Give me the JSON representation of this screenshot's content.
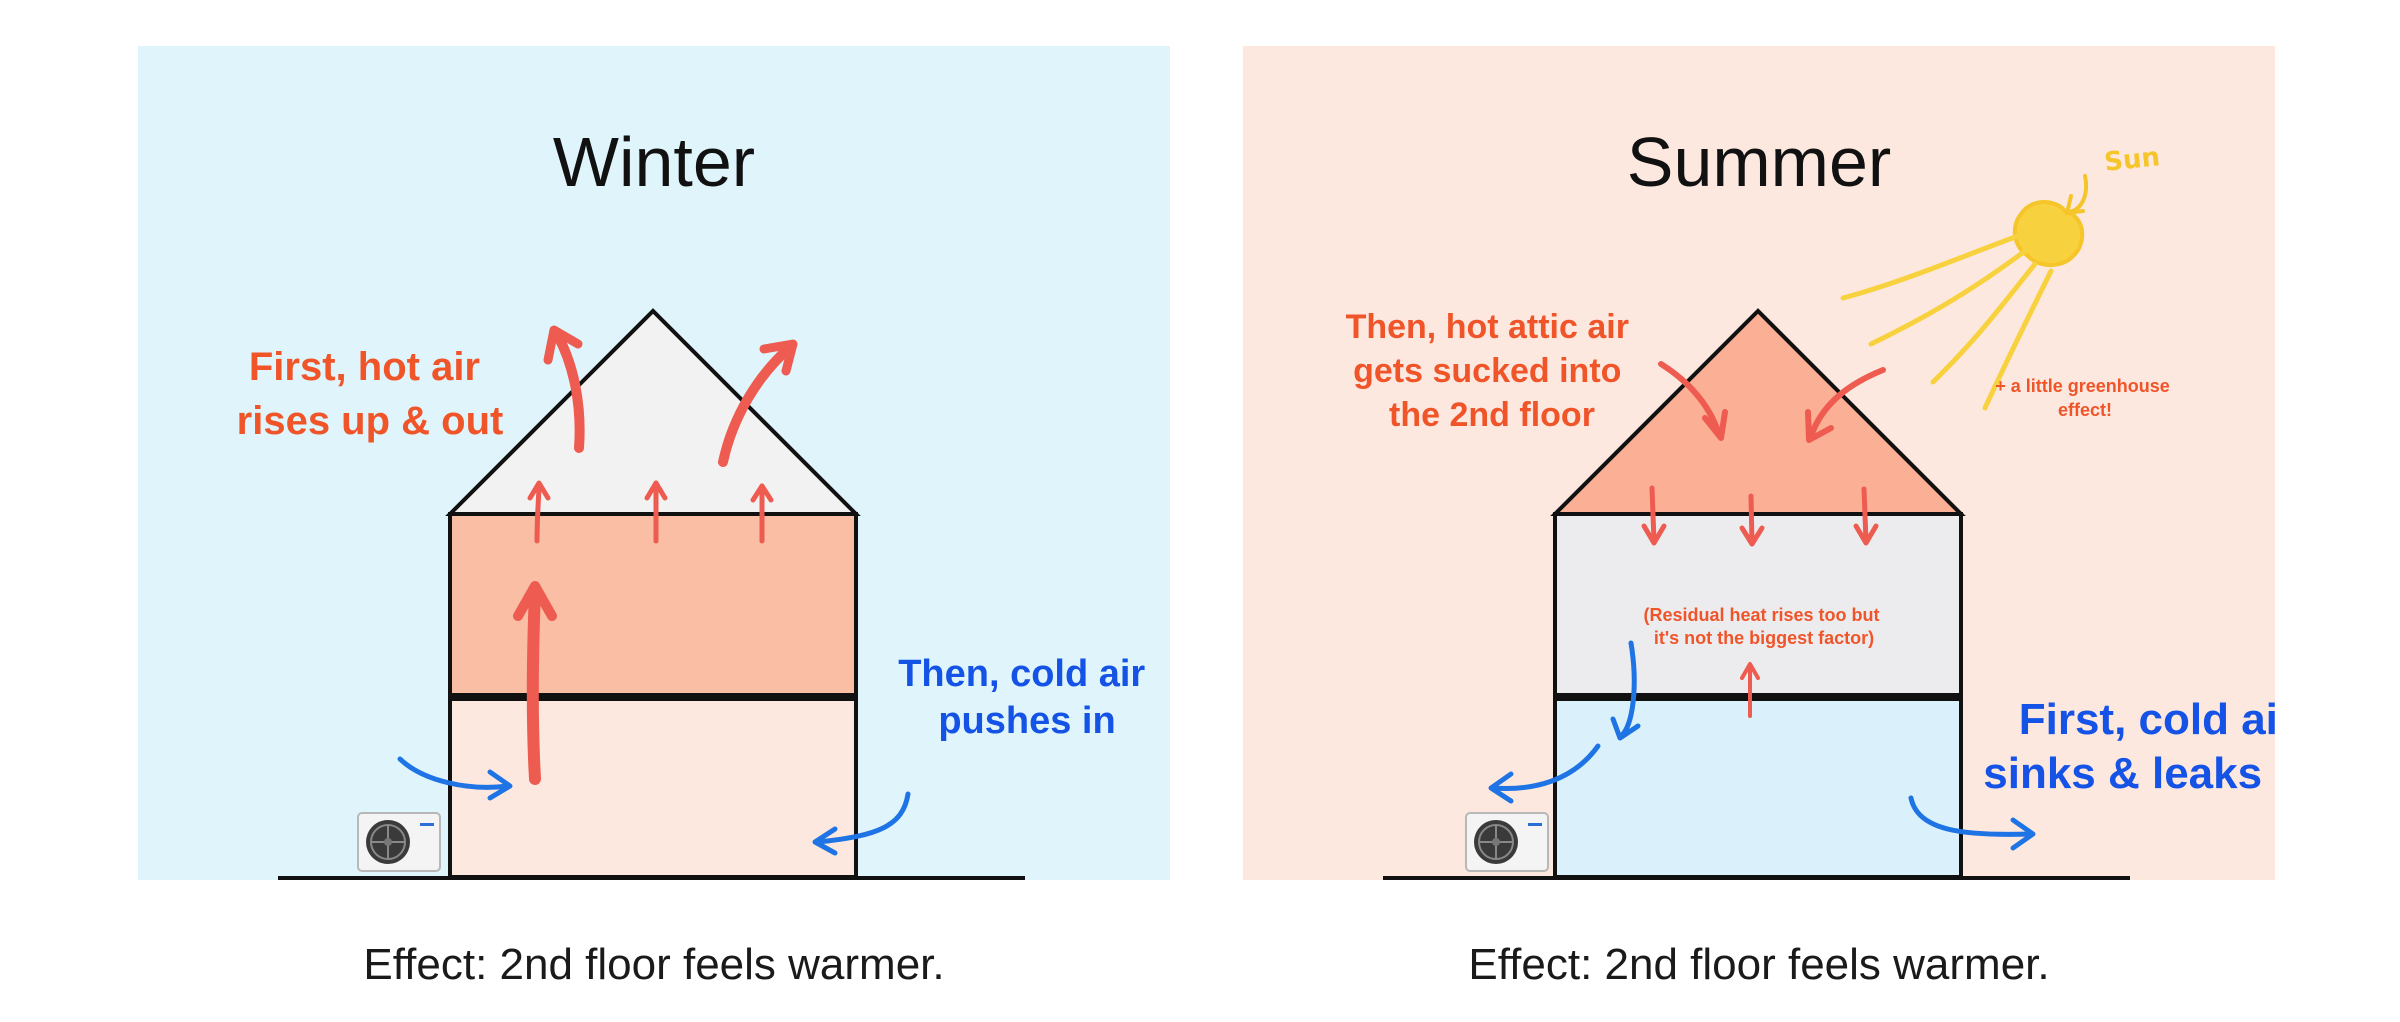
{
  "winter": {
    "title": "Winter",
    "hot_label_lines": [
      "First, hot air",
      "rises up & out"
    ],
    "cold_label_lines": [
      "Then, cold air",
      "pushes in"
    ],
    "effect": "Effect: 2nd floor feels warmer.",
    "colors": {
      "background": "#dff5fb",
      "attic": "#f2f2f2",
      "second_floor": "#f9bea3",
      "first_floor": "#fde8df"
    }
  },
  "summer": {
    "title": "Summer",
    "sun_label": "Sun",
    "attic_label_lines": [
      "Then, hot attic air",
      "gets sucked into",
      "the 2nd floor"
    ],
    "greenhouse_label_lines": [
      "+ a little greenhouse",
      "effect!"
    ],
    "residual_label_lines": [
      "(Residual heat rises too but",
      "it's not the biggest factor)"
    ],
    "cold_label_lines": [
      "First, cold air",
      "sinks & leaks out"
    ],
    "effect": "Effect: 2nd floor feels warmer.",
    "colors": {
      "background": "#fde8df",
      "attic": "#fbb096",
      "second_floor": "#ececef",
      "first_floor": "#daf1fc"
    }
  },
  "colors": {
    "hot": "#f0552a",
    "hot_arrow": "#ee5b50",
    "cold": "#1552e6",
    "cold_arrow": "#1f74e5",
    "sun": "#f8d23e",
    "outline": "#111111"
  },
  "icons": {
    "ac_unit": "outdoor-ac-unit-icon",
    "sun": "sun-icon"
  }
}
